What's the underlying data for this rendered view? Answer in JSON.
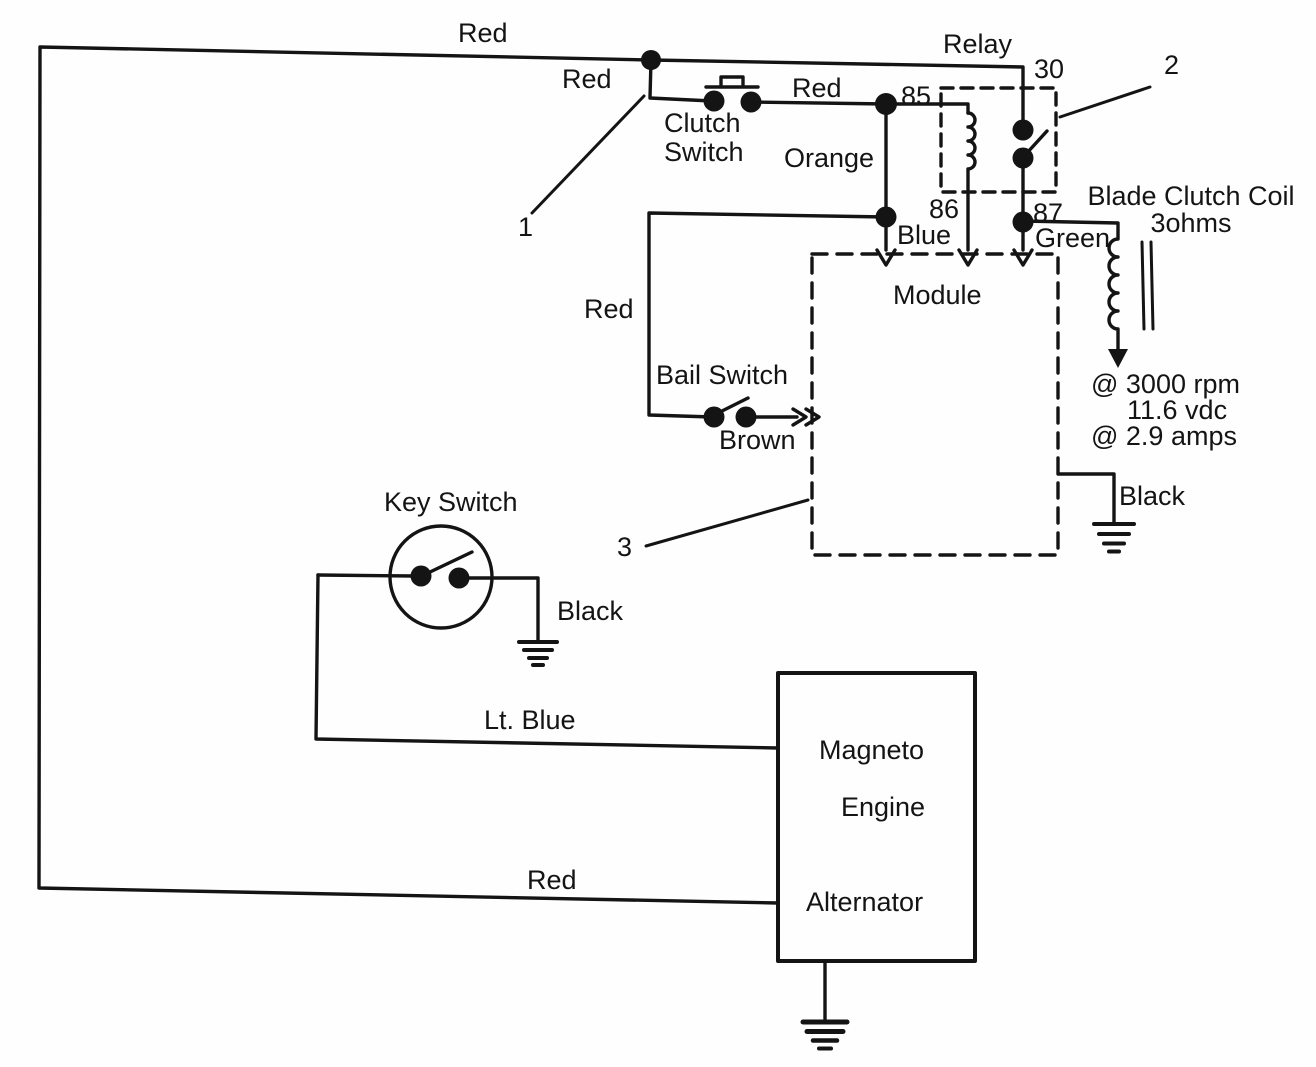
{
  "diagram": {
    "type": "wiring-schematic",
    "ink_color": "#141414",
    "paper_color": "#fefefe",
    "callouts": {
      "one": "1",
      "two": "2",
      "three": "3"
    },
    "wires": {
      "red_top": "Red",
      "red_branch": "Red",
      "red_clutch_out": "Red",
      "orange": "Orange",
      "blue": "Blue",
      "green": "Green",
      "red_bail": "Red",
      "brown": "Brown",
      "black_module": "Black",
      "black_key": "Black",
      "lt_blue": "Lt. Blue",
      "red_alternator": "Red"
    },
    "relay": {
      "label": "Relay",
      "t30": "30",
      "t85": "85",
      "t86": "86",
      "t87": "87"
    },
    "clutch_switch": {
      "line1": "Clutch",
      "line2": "Switch"
    },
    "bail_switch": {
      "label": "Bail Switch"
    },
    "key_switch": {
      "label": "Key Switch"
    },
    "module": {
      "label": "Module"
    },
    "blade_clutch_coil": {
      "name": "Blade Clutch Coil",
      "resistance": "3ohms",
      "specs": [
        "@ 3000 rpm",
        "11.6 vdc",
        "@ 2.9 amps"
      ]
    },
    "engine": {
      "line1": "Magneto",
      "line2": "Engine",
      "line3": "Alternator"
    }
  }
}
